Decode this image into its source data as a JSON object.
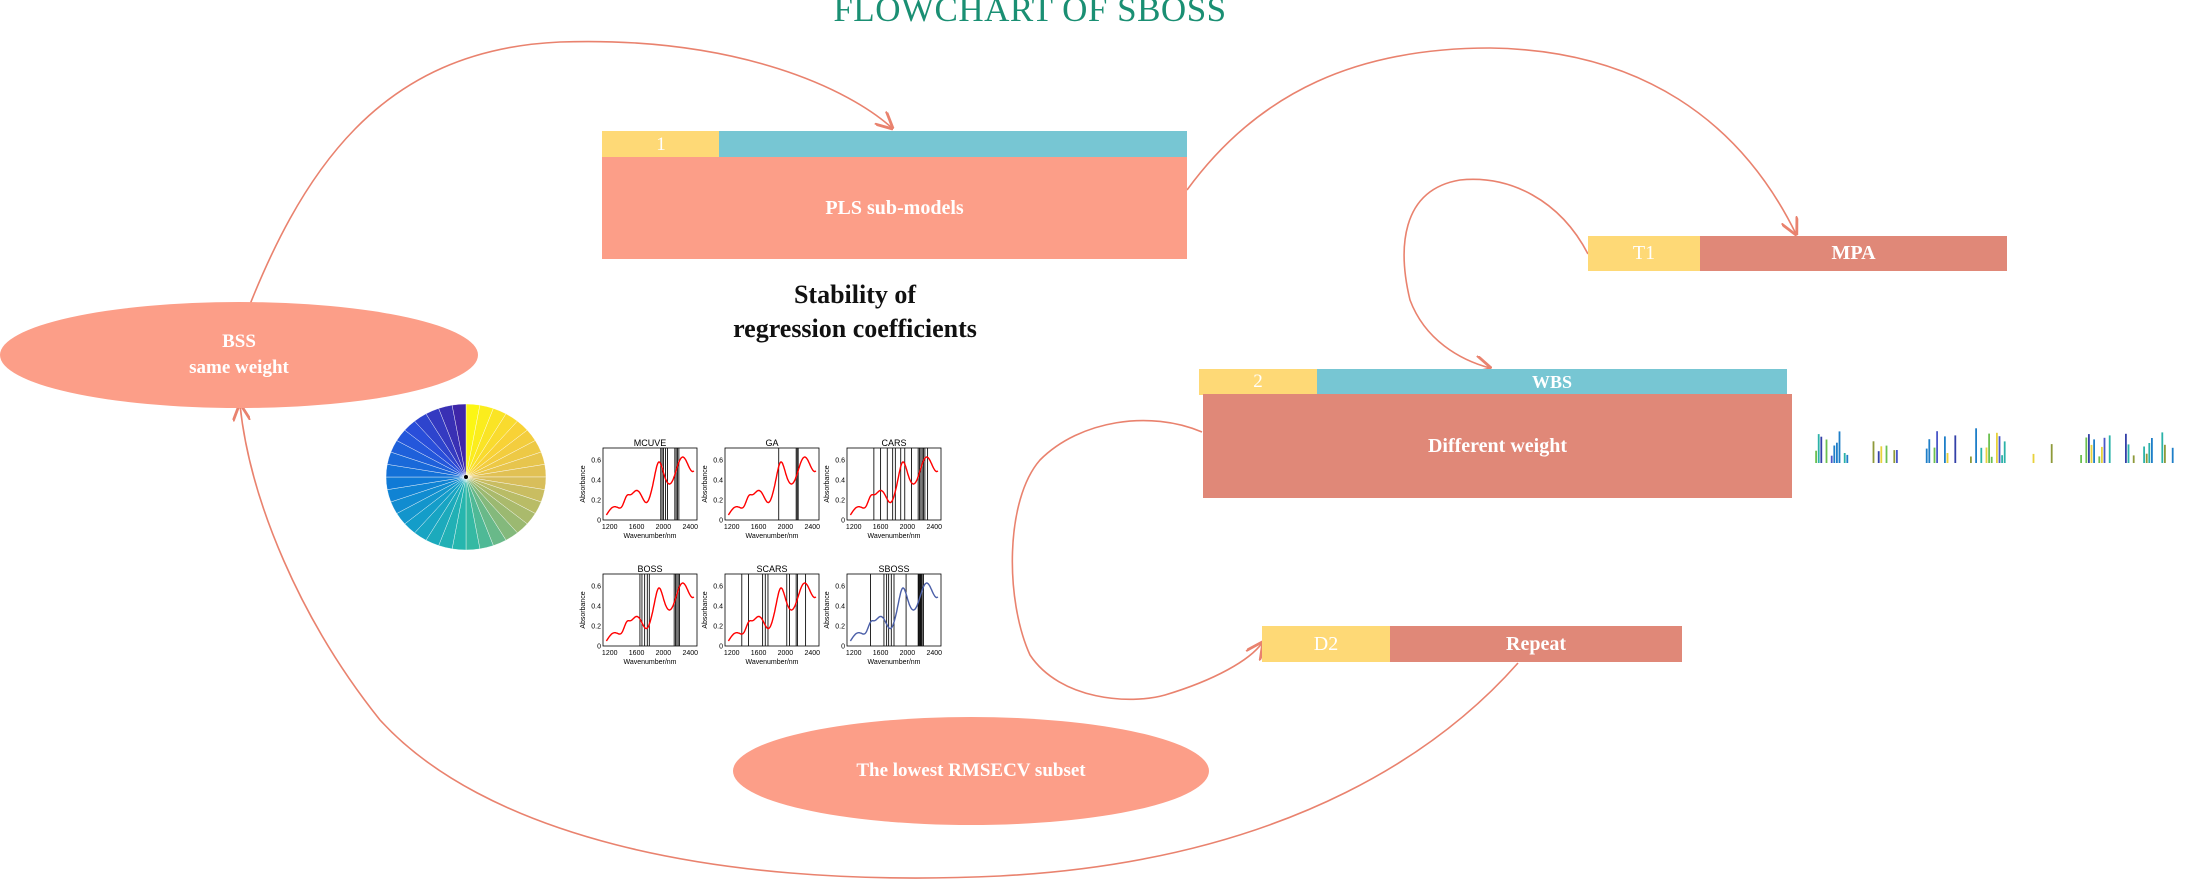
{
  "title": "FLOWCHART OF SBOSS",
  "top_bar": {
    "index": "1",
    "body": "PLS sub-models"
  },
  "stability": {
    "line1": "Stability of",
    "line2": "regression coefficients"
  },
  "bss": {
    "line1": "BSS",
    "line2": "same weight"
  },
  "t1_box": {
    "tag": "T1",
    "label": "MPA"
  },
  "wbs_box": {
    "index": "2",
    "header": "WBS",
    "body": "Different weight"
  },
  "d2_box": {
    "tag": "D2",
    "label": "Repeat"
  },
  "lowest": {
    "label": "The lowest RMSECV subset"
  },
  "colors": {
    "yellow": "#fed976",
    "teal": "#77c6d3",
    "salmon": "#fc9e88",
    "salmon_dark": "#e08878",
    "arrow": "#e9826e",
    "title": "#1a8f73"
  },
  "panels": [
    {
      "title": "MCUVE",
      "ylabel": "Absorbance",
      "xlabel": "Wavenumber/nm",
      "line_color": "red",
      "markers": [
        1960,
        1980,
        2000,
        2030,
        2060,
        2170,
        2190,
        2210,
        2230
      ]
    },
    {
      "title": "GA",
      "ylabel": "Absorbance",
      "xlabel": "Wavenumber/nm",
      "line_color": "red",
      "markers": [
        1900,
        2160,
        2175,
        2190
      ]
    },
    {
      "title": "CARS",
      "ylabel": "Absorbance",
      "xlabel": "Wavenumber/nm",
      "line_color": "red",
      "markers": [
        1500,
        1600,
        1700,
        1780,
        1820,
        1900,
        1960,
        2060,
        2160,
        2180,
        2200,
        2220,
        2240,
        2260,
        2300
      ]
    },
    {
      "title": "BOSS",
      "ylabel": "Absorbance",
      "xlabel": "Wavenumber/nm",
      "line_color": "red",
      "markers": [
        1650,
        1680,
        1720,
        1760,
        1790,
        2160,
        2180,
        2200,
        2220,
        2240
      ]
    },
    {
      "title": "SCARS",
      "ylabel": "Absorbance",
      "xlabel": "Wavenumber/nm",
      "line_color": "red",
      "markers": [
        1350,
        1450,
        1660,
        1700,
        1740,
        2020,
        2060,
        2160,
        2180,
        2300
      ]
    },
    {
      "title": "SBOSS",
      "ylabel": "Absorbance",
      "xlabel": "Wavenumber/nm",
      "line_color": "#4b5fa8",
      "markers": [
        1450,
        1650,
        1690,
        1720,
        1760,
        1800,
        1980,
        2160,
        2170,
        2180,
        2190,
        2200,
        2210,
        2220,
        2240
      ]
    }
  ],
  "panel_axes": {
    "x_ticks": [
      "1200",
      "1600",
      "2000",
      "2400"
    ],
    "y_ticks": [
      "0",
      "0.2",
      "0.4",
      "0.6"
    ],
    "xlim": [
      1100,
      2500
    ],
    "ylim": [
      0,
      0.72
    ]
  }
}
